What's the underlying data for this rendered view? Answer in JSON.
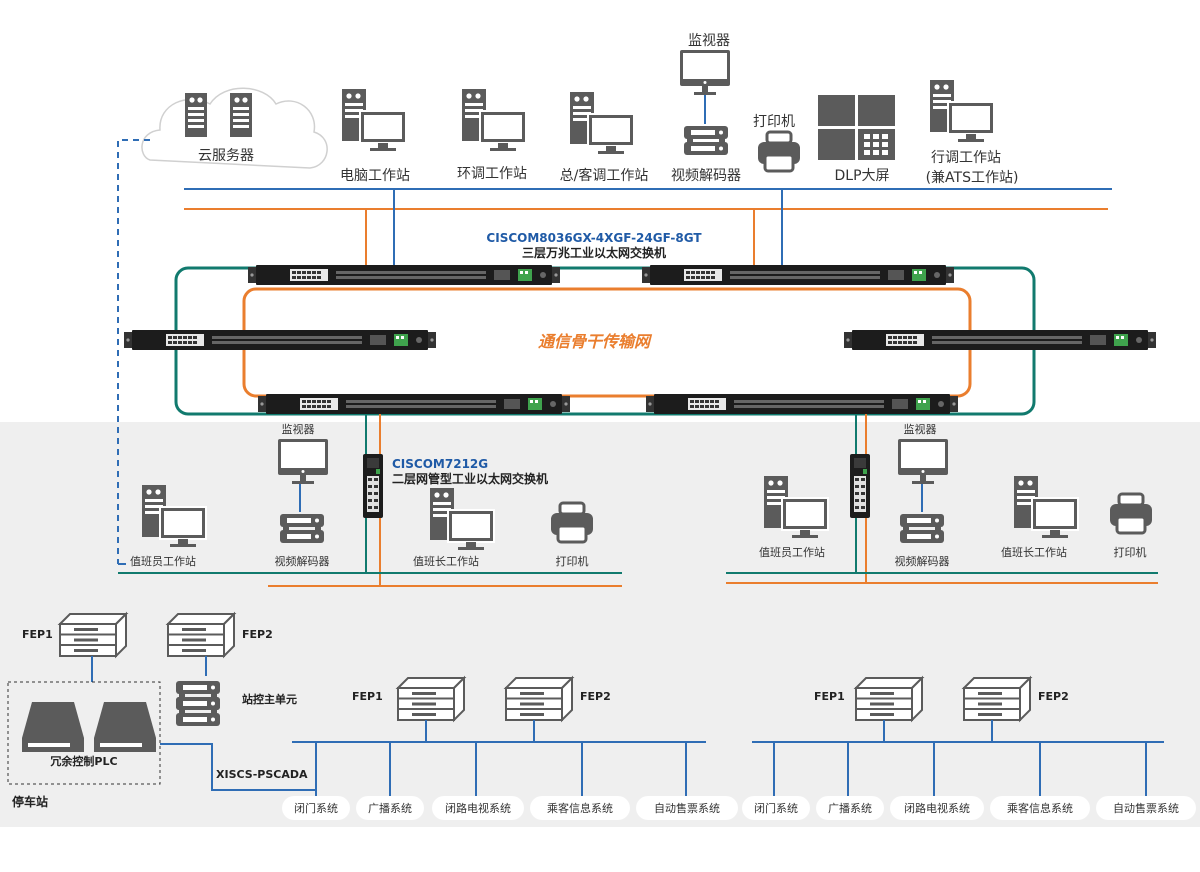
{
  "colors": {
    "blue": "#2f6db5",
    "orange": "#ea7e2e",
    "teal": "#117a6e",
    "grey_zone": "#efefef",
    "title_blue": "#1f5aa6",
    "icon_grey": "#5b5b5b"
  },
  "icons": {
    "server": "server-tower-icon",
    "workstation": "workstation-icon",
    "monitor": "monitor-icon",
    "decoder": "video-decoder-icon",
    "printer": "printer-icon",
    "dlp": "dlp-video-wall-icon",
    "switch": "rack-switch-icon",
    "plc": "plc-icon"
  },
  "top": {
    "cloud": "云服务器",
    "monitor": "监视器",
    "printer": "打印机",
    "workstations": [
      "电脑工作站",
      "环调工作站",
      "总/客调工作站"
    ],
    "decoder": "视频解码器",
    "dlp": "DLP大屏",
    "line_station": [
      "行调工作站",
      "(兼ATS工作站)"
    ]
  },
  "core": {
    "model": "CISCOM8036GX-4XGF-24GF-8GT",
    "desc": "三层万兆工业以太网交换机",
    "ring": "通信骨干传输网"
  },
  "access": {
    "model": "CISCOM7212G",
    "desc": "二层网管型工业以太网交换机"
  },
  "left_station": {
    "monitor": "监视器",
    "duty_ws": "值班员工作站",
    "decoder": "视频解码器",
    "chief_ws": "值班长工作站",
    "printer": "打印机"
  },
  "right_station": {
    "monitor": "监视器",
    "duty_ws": "值班员工作站",
    "decoder": "视频解码器",
    "chief_ws": "值班长工作站",
    "printer": "打印机"
  },
  "bottom": {
    "fep1": "FEP1",
    "fep2": "FEP2",
    "station_unit": "站控主单元",
    "plc": "冗余控制PLC",
    "parking": "停车站",
    "link": "XISCS-PSCADA",
    "systems": [
      "闭门系统",
      "广播系统",
      "闭路电视系统",
      "乘客信息系统",
      "自动售票系统"
    ]
  }
}
